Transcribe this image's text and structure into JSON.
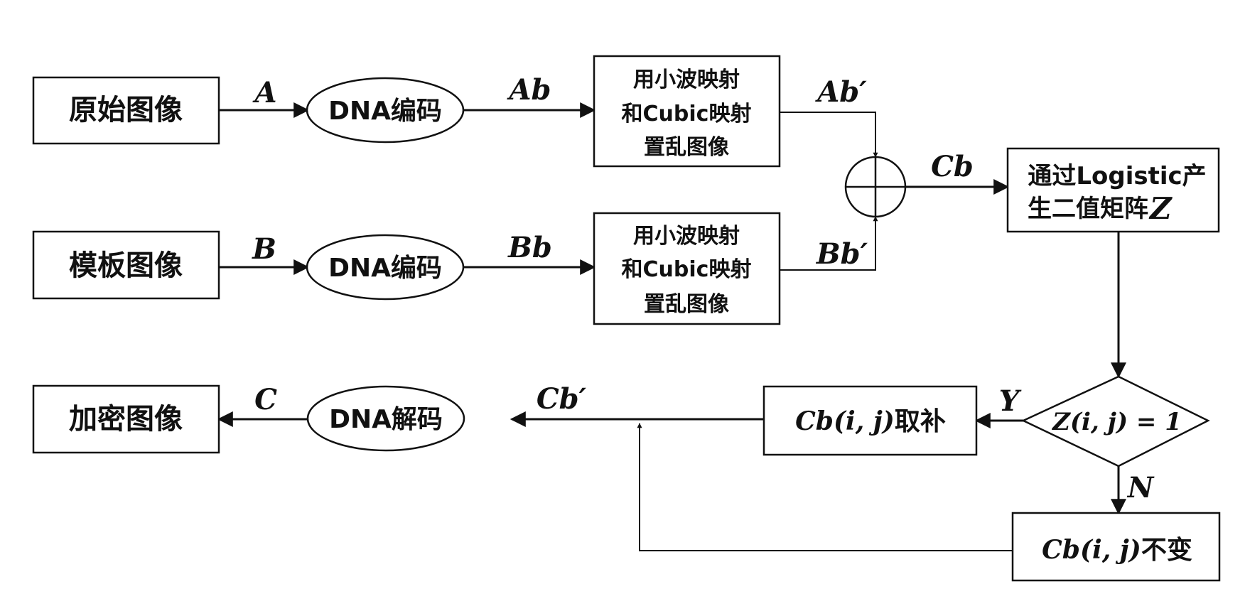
{
  "nodes": {
    "original_image": "原始图像",
    "template_image": "模板图像",
    "encrypted_image": "加密图像",
    "dna_encode_1": "DNA编码",
    "dna_encode_2": "DNA编码",
    "dna_decode": "DNA解码",
    "scramble_1": [
      "用小波映射",
      "和Cubic映射",
      "置乱图像"
    ],
    "scramble_2": [
      "用小波映射",
      "和Cubic映射",
      "置乱图像"
    ],
    "logistic": [
      "通过Logistic产",
      "生二值矩阵"
    ],
    "logistic_var": "Z",
    "decision": "Z(i, j) = 1",
    "complement_var": "Cb(i, j)",
    "complement_text": "取补",
    "unchanged_var": "Cb(i, j)",
    "unchanged_text": "不变"
  },
  "edge_labels": {
    "A": "A",
    "Ab": "Ab",
    "Ab_prime": "Ab′",
    "B": "B",
    "Bb": "Bb",
    "Bb_prime": "Bb′",
    "Cb": "Cb",
    "Cb_prime": "Cb′",
    "C": "C",
    "yes": "Y",
    "no": "N"
  }
}
